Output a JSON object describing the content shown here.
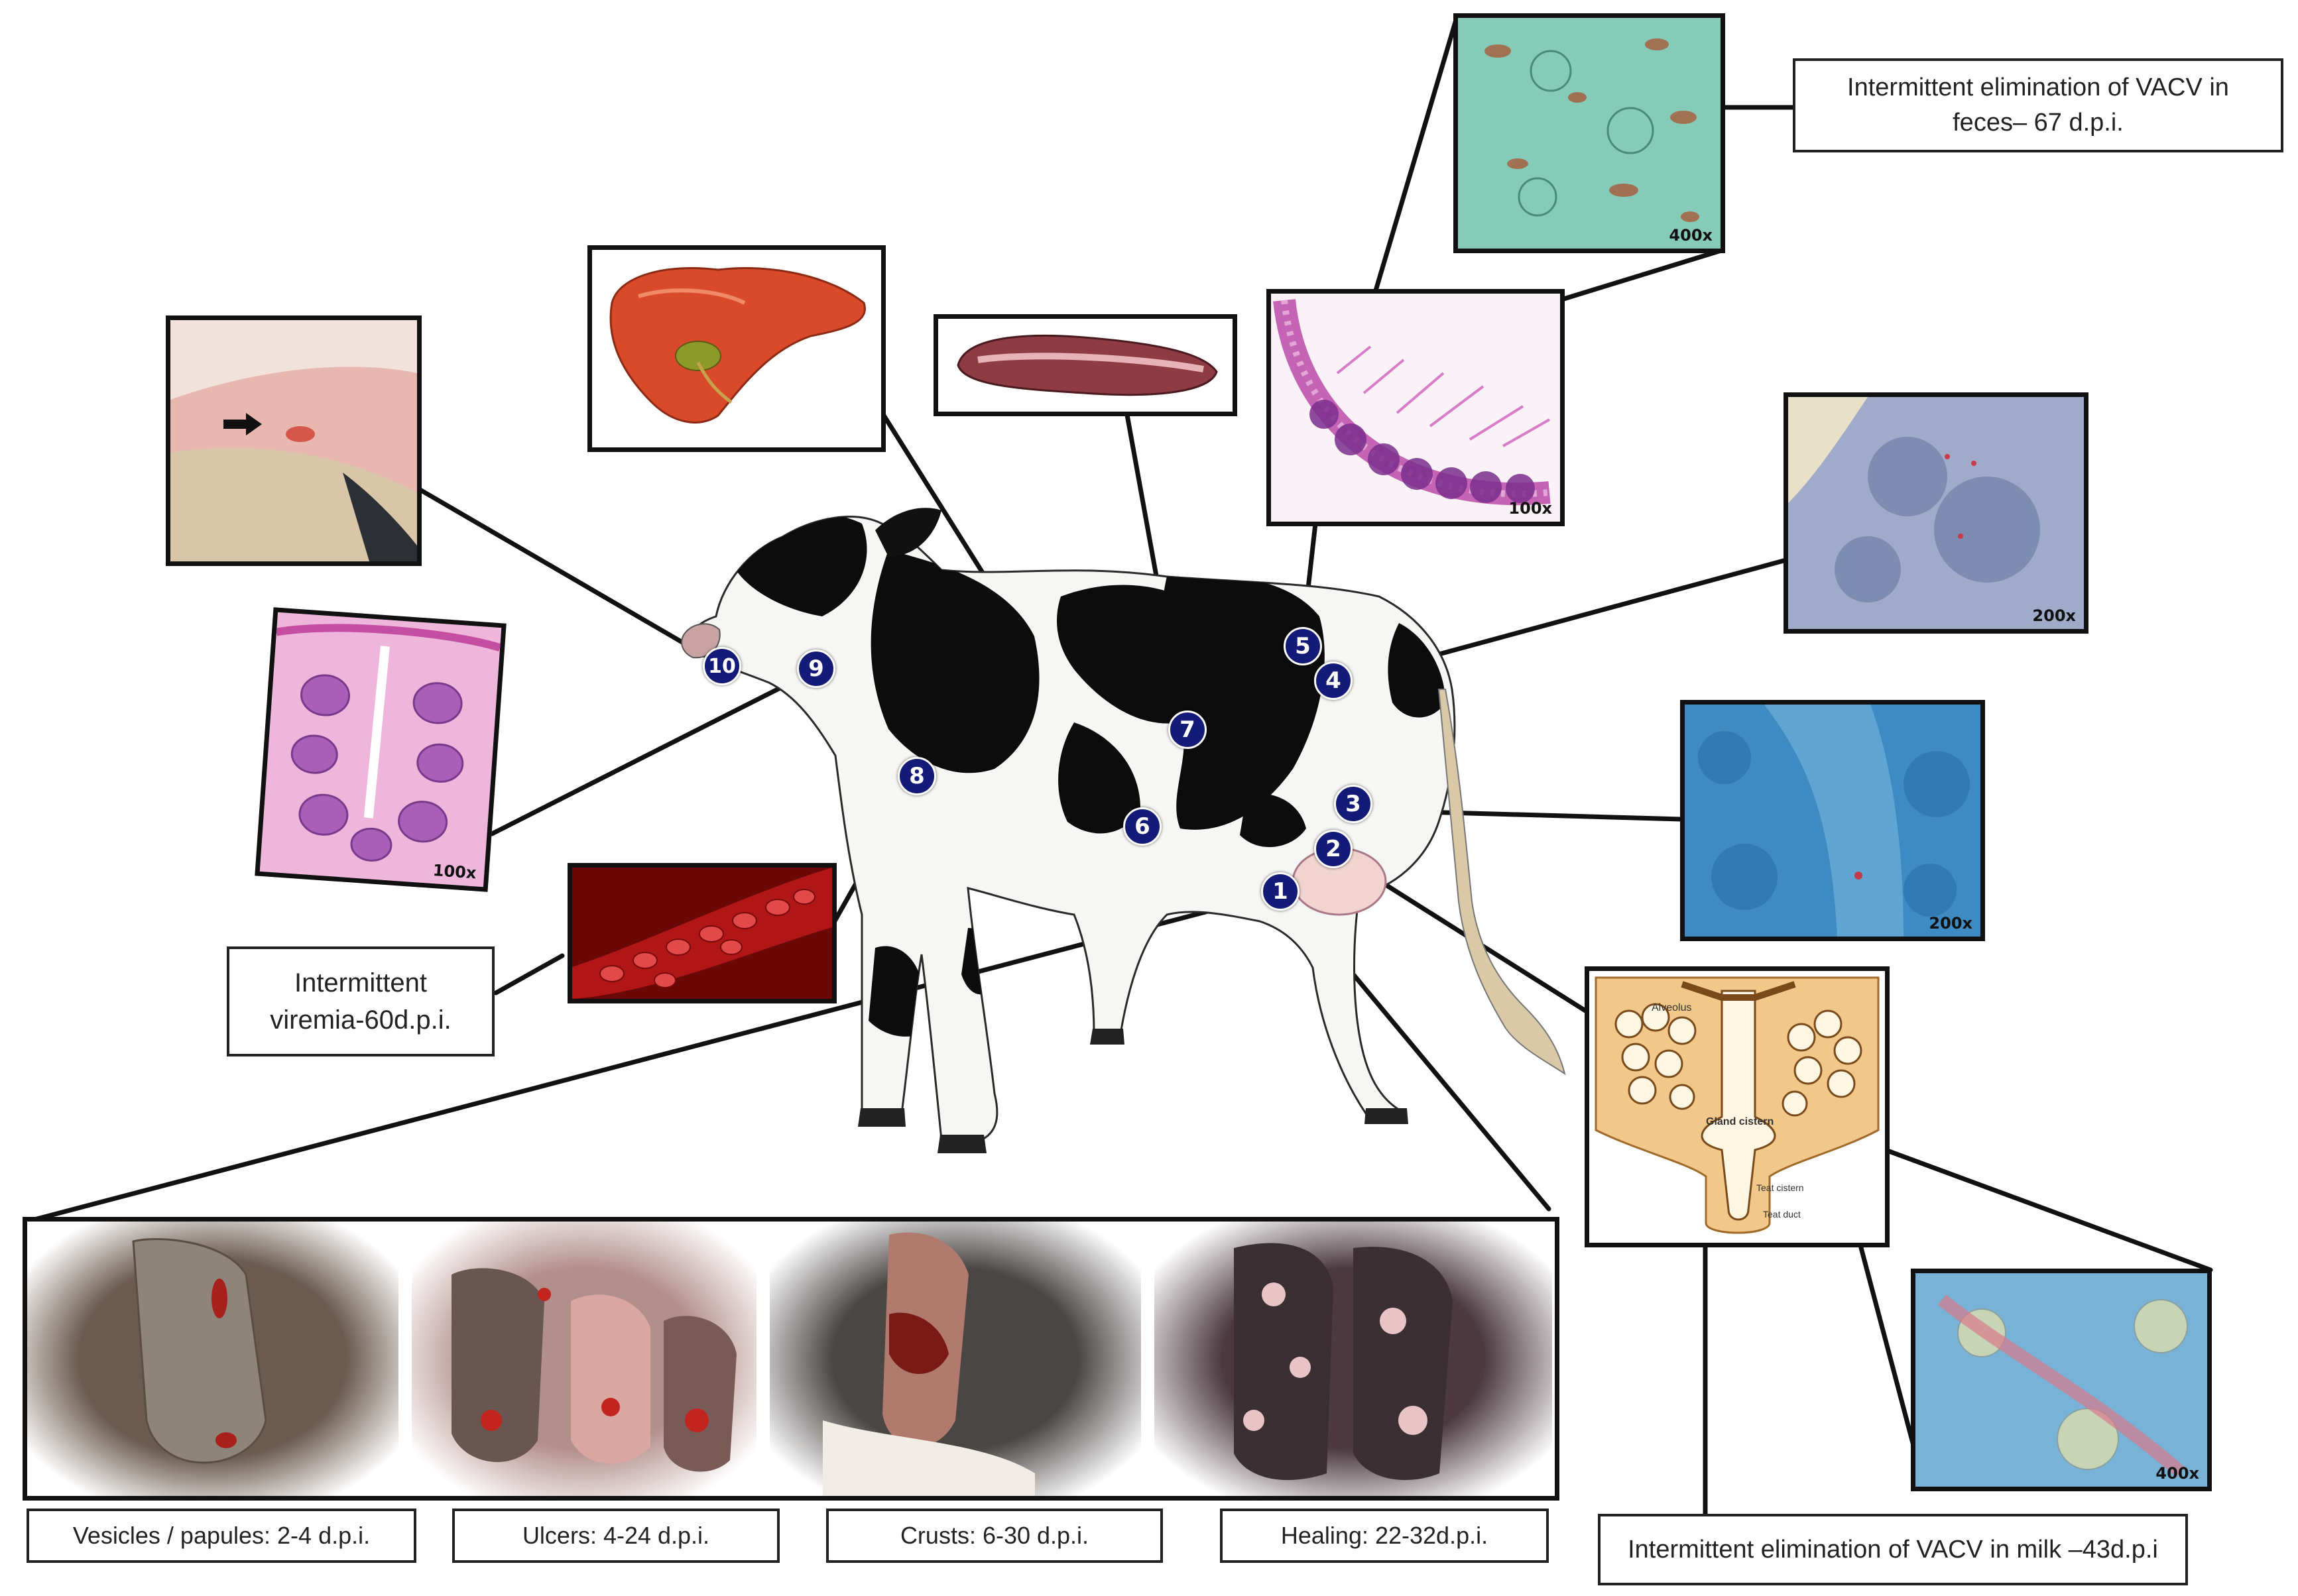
{
  "captions": {
    "feces": "Intermittent elimination of VACV in feces– 67 d.p.i.",
    "viremia": "Intermittent viremia-60d.p.i.",
    "milk": "Intermittent elimination of VACV in milk –43d.p.i",
    "stages": [
      "Vesicles / papules: 2-4 d.p.i.",
      "Ulcers: 4-24 d.p.i.",
      "Crusts: 6-30 d.p.i.",
      "Healing: 22-32d.p.i."
    ]
  },
  "magnifications": {
    "intestine_detail": "400x",
    "intestine": "100x",
    "lymph_node_4": "200x",
    "lymph_node_3": "200x",
    "udder_tissue": "400x",
    "tonsil": "100x"
  },
  "markers": [
    "1",
    "2",
    "3",
    "4",
    "5",
    "6",
    "7",
    "8",
    "9",
    "10"
  ],
  "mammary_diagram": {
    "alveolus": "Alveolus",
    "gland_cistern": "Gland cistern",
    "teat_cistern": "Teat cistern",
    "teat_duct": "Teat duct"
  },
  "colors": {
    "marker_fill": "#131a78",
    "frame_border": "#111111",
    "he_stain_pink": "#e3a6d6",
    "ihc_blue": "#3f8fc9",
    "blood_red": "#b01616"
  },
  "icons": [
    "arrow-right-icon"
  ]
}
